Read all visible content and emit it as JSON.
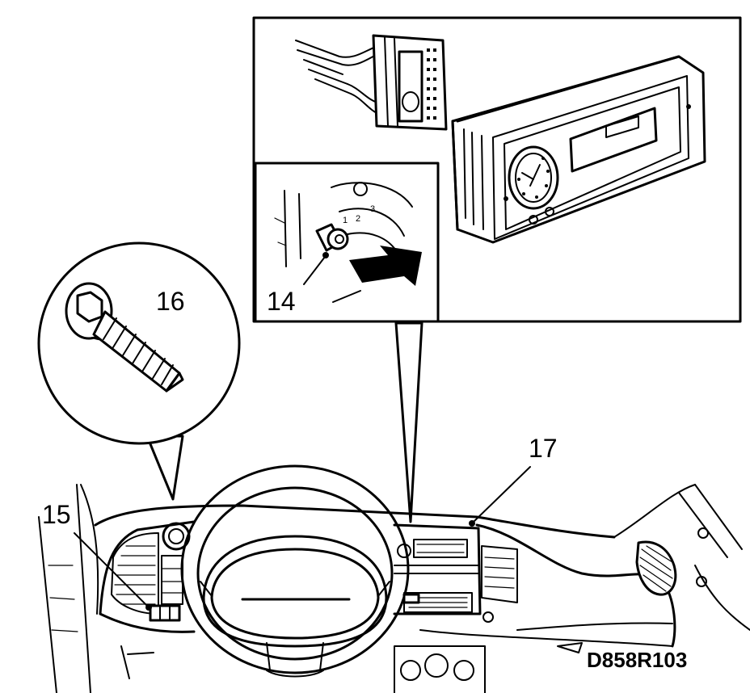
{
  "labels": {
    "c14": "14",
    "c15": "15",
    "c16": "16",
    "c17": "17"
  },
  "drawing_code": "D858R103",
  "gauge_digits": [
    "1",
    "2",
    "3"
  ]
}
